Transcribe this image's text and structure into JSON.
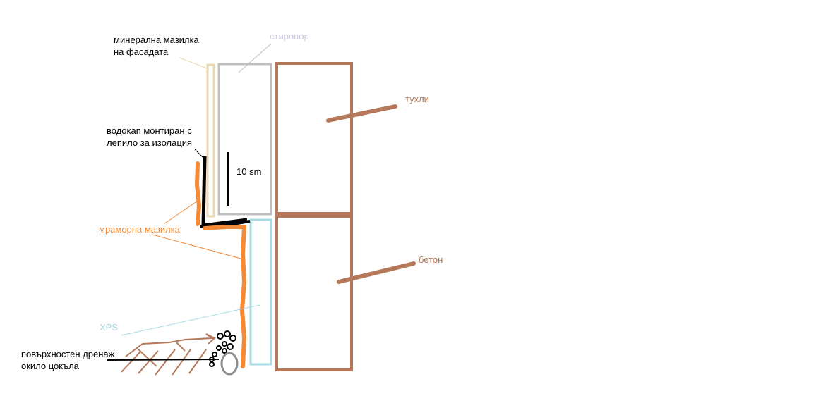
{
  "labels": {
    "mineral_plaster": [
      "минерална мазилка",
      "на фасадата"
    ],
    "styrofoam": "стиропор",
    "bricks": "тухли",
    "drip_edge": [
      "водокап монтиран с",
      "лепило за изолация"
    ],
    "thickness": "10 sm",
    "marble_plaster": "мраморна мазилка",
    "concrete": "бетон",
    "xps": "XPS",
    "drainage": [
      "повърхностен дренаж",
      "окило цокъла"
    ]
  },
  "colors": {
    "brick": "#b5785a",
    "mineral_plaster": "#e8d9b0",
    "styrofoam": "#bfbfbf",
    "styrofoam_text": "#c8c8e4",
    "xps": "#a8dbe3",
    "xps_text": "#a8dbe3",
    "marble": "#f28a38",
    "black": "#000000",
    "pipe": "#8c8c8c"
  }
}
